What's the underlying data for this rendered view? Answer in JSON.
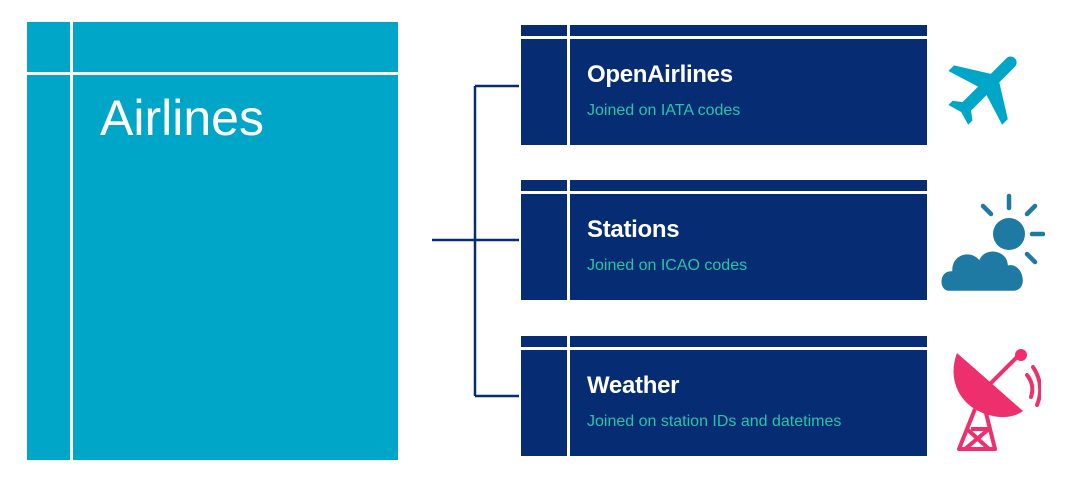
{
  "main_table": {
    "title": "Airlines"
  },
  "joined_tables": [
    {
      "name": "OpenAirlines",
      "description": "Joined on IATA codes",
      "icon": "airplane-icon"
    },
    {
      "name": "Stations",
      "description": "Joined on ICAO codes",
      "icon": "weather-sun-cloud-icon"
    },
    {
      "name": "Weather",
      "description": "Joined on station IDs and datetimes",
      "icon": "satellite-dish-icon"
    }
  ],
  "colors": {
    "main_table": "#00A6C8",
    "joined_table": "#062C73",
    "description_text": "#27C4A9",
    "connector": "#062C73",
    "airplane_icon": "#00A6C8",
    "weather_icon": "#1F7AA3",
    "dish_icon": "#EE2F6D"
  }
}
